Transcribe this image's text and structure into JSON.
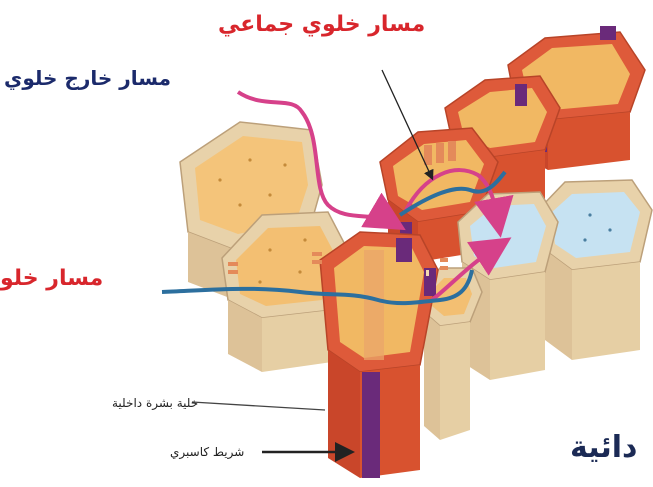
{
  "labels": {
    "symplastic": "مسار خلوي جماعي",
    "apoplastic": "مسار خارج خلوي",
    "transcellular": "مسار خلو",
    "endodermal_cell": "خلية بشرة داخلية",
    "casparian_strip": "شريط كاسبري",
    "corner_title": "دائية"
  },
  "colors": {
    "apoplast_arrow": "#d6418a",
    "transcellular_line": "#2c6f9e",
    "casparian_strip": "#6a2a7a",
    "endodermis_red": "#de5a3a",
    "cell_wall": "#ead4ad",
    "cytoplasm": "#f3bf72",
    "vascular_cytoplasm": "#c6e2f2",
    "label_red": "#d8262c",
    "label_navy": "#1b2a6b"
  }
}
